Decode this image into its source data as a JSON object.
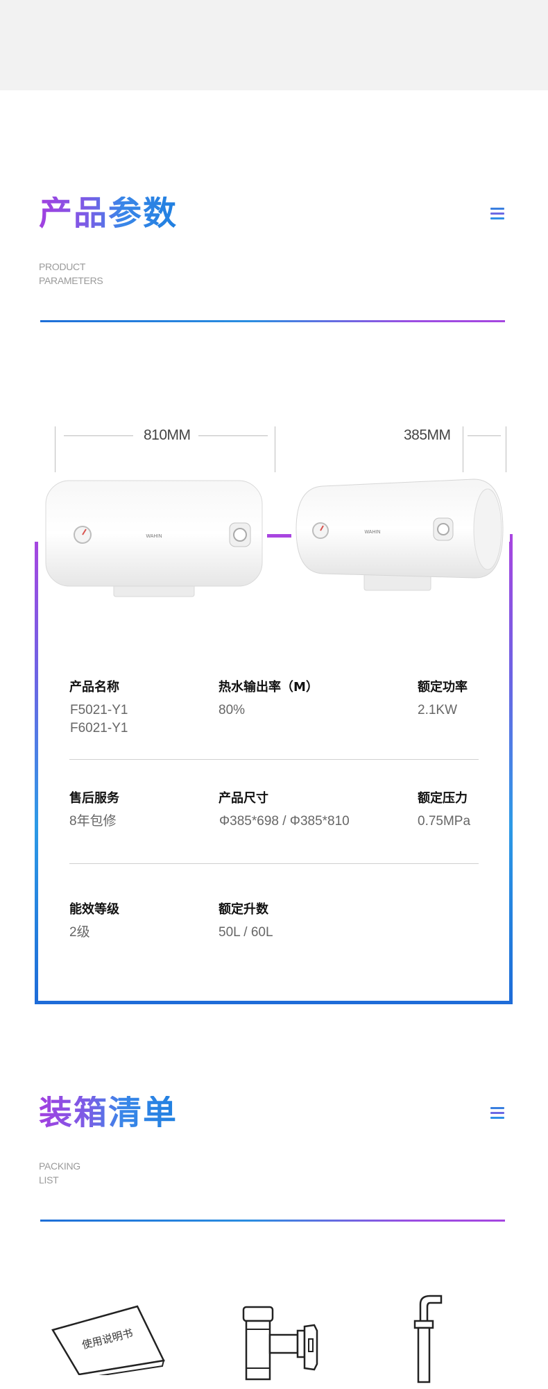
{
  "params_section": {
    "title": "产品参数",
    "subtitle_line1": "PRODUCT",
    "subtitle_line2": "PARAMETERS",
    "menu_icon": "menu-lines-icon"
  },
  "dimensions": {
    "width_label": "810MM",
    "diameter_label": "385MM"
  },
  "heater": {
    "brand_front": "WAHIN",
    "brand_side": "WAHIN"
  },
  "params": [
    {
      "label": "产品名称",
      "value_line1": "F5021-Y1",
      "value_line2": "F6021-Y1"
    },
    {
      "label": "热水输出率（M）",
      "value_line1": "80%"
    },
    {
      "label": "额定功率",
      "value_line1": "2.1KW"
    },
    {
      "label": "售后服务",
      "value_line1": "8年包修"
    },
    {
      "label": "产品尺寸",
      "value_line1": "Φ385*698 / Φ385*810"
    },
    {
      "label": "额定压力",
      "value_line1": "0.75MPa"
    },
    {
      "label": "能效等级",
      "value_line1": "2级"
    },
    {
      "label": "额定升数",
      "value_line1": "50L / 60L"
    }
  ],
  "packing_section": {
    "title": "装箱清单",
    "subtitle_line1": "PACKING",
    "subtitle_line2": "LIST",
    "menu_icon": "menu-lines-icon"
  },
  "packing_items": {
    "manual_text": "使用说明书",
    "valve_icon": "safety-valve-icon",
    "pipe_icon": "mixing-pipe-icon"
  },
  "colors": {
    "gradient_purple": "#a546e0",
    "gradient_blue": "#1e6fd8",
    "top_band": "#f2f2f2"
  }
}
